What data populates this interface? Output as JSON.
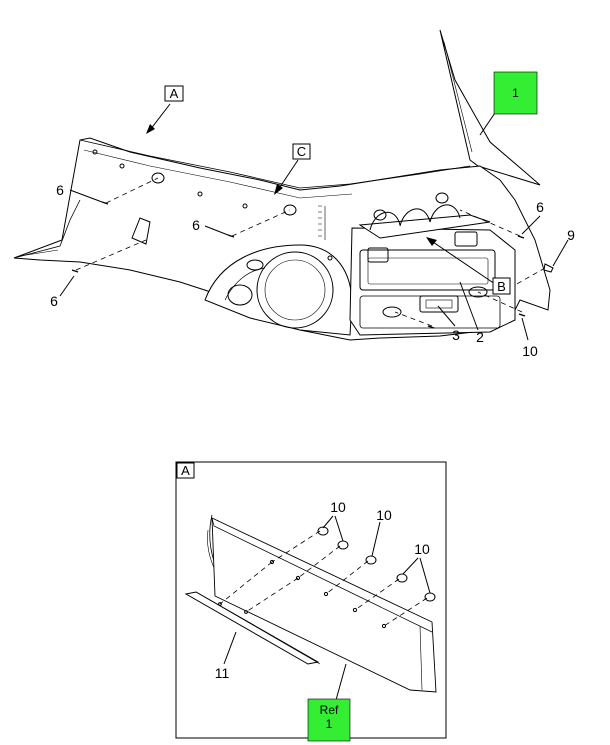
{
  "top": {
    "view_letters": [
      {
        "id": "A",
        "text": "A"
      },
      {
        "id": "C",
        "text": "C"
      },
      {
        "id": "B",
        "text": "B"
      }
    ],
    "callouts": [
      {
        "id": "6a",
        "text": "6"
      },
      {
        "id": "6b",
        "text": "6"
      },
      {
        "id": "6c",
        "text": "6"
      },
      {
        "id": "6d",
        "text": "6"
      },
      {
        "id": "9",
        "text": "9"
      },
      {
        "id": "10",
        "text": "10"
      },
      {
        "id": "3",
        "text": "3"
      },
      {
        "id": "2",
        "text": "2"
      }
    ],
    "ref_box": {
      "text": "1",
      "color": "#33ee33"
    }
  },
  "detail": {
    "frame_letter": "A",
    "callouts": [
      {
        "id": "10a",
        "text": "10"
      },
      {
        "id": "10b",
        "text": "10"
      },
      {
        "id": "10c",
        "text": "10"
      },
      {
        "id": "11",
        "text": "11"
      }
    ],
    "ref_box": {
      "line1": "Ref",
      "line2": "1",
      "color": "#33ee33"
    }
  }
}
